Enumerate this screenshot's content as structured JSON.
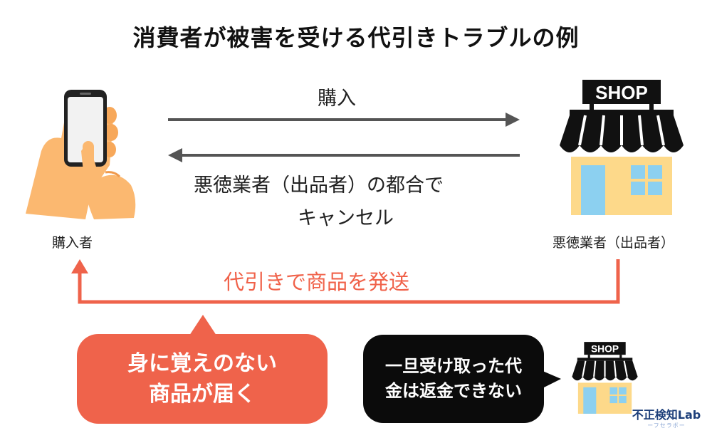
{
  "title": "消費者が被害を受ける代引きトラブルの例",
  "arrows": {
    "purchase_label": "購入",
    "cancel_label_line1": "悪徳業者（出品者）の都合で",
    "cancel_label_line2": "キャンセル",
    "ship_label": "代引きで商品を発送"
  },
  "actors": {
    "buyer_label": "購入者",
    "seller_label": "悪徳業者（出品者）"
  },
  "shop_sign": "SHOP",
  "bubbles": {
    "red_line1": "身に覚えのない",
    "red_line2": "商品が届く",
    "black_line1": "一旦受け取った代",
    "black_line2": "金は返金できない"
  },
  "logo": {
    "main": "不正検知Lab",
    "sub": "ーフセラボー"
  },
  "colors": {
    "accent_red": "#ef634b",
    "awning_black": "#111111",
    "shop_wall": "#fdd98a",
    "shop_window": "#8cd0f0",
    "skin": "#fbb870"
  }
}
